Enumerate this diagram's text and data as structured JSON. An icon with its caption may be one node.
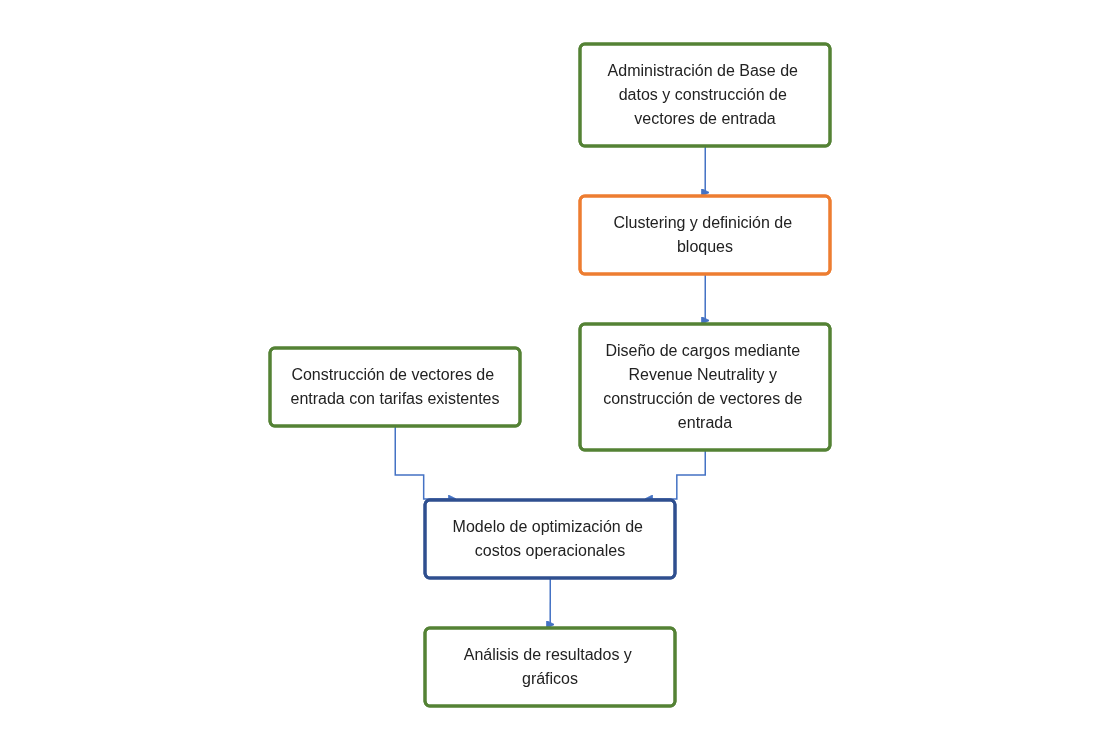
{
  "diagram": {
    "nodes": [
      {
        "text": [
          "Construcción de vectores de entrada con tarifas existentes"
        ]
      },
      {
        "text": [
          "Administración de Base de datos y construcción de vectores de entrada"
        ]
      },
      {
        "text": [
          "Clustering y definición de bloques"
        ]
      },
      {
        "text": [
          "Diseño de cargos mediante Revenue Neutrality y construcción de vectores de entrada"
        ]
      },
      {
        "text": [
          "Modelo de optimización de costos operacionales"
        ]
      },
      {
        "text": [
          "Análisis de resultados y gráficos"
        ]
      }
    ],
    "edges": [
      {
        "from": 0,
        "to": 4,
        "arrow": "to"
      },
      {
        "from": 1,
        "to": 2,
        "arrow": "to"
      },
      {
        "from": 2,
        "to": 3,
        "arrow": "to"
      },
      {
        "from": 3,
        "to": 4,
        "arrow": "to"
      },
      {
        "from": 4,
        "to": 5,
        "arrow": "to"
      }
    ]
  }
}
